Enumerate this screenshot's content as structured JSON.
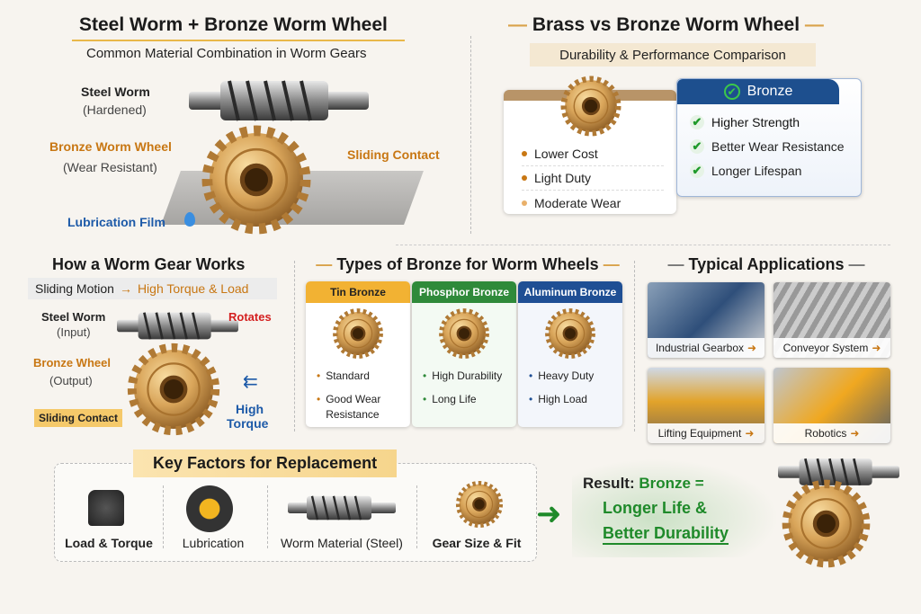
{
  "top_left": {
    "title": "Steel Worm + Bronze Worm Wheel",
    "subtitle": "Common Material Combination in Worm Gears",
    "labels": {
      "steel_worm": "Steel Worm",
      "steel_worm_sub": "(Hardened)",
      "bronze_wheel": "Bronze Worm Wheel",
      "bronze_wheel_sub": "(Wear Resistant)",
      "sliding_contact": "Sliding Contact",
      "lubrication": "Lubrication Film"
    }
  },
  "comparison": {
    "title": "Brass vs Bronze Worm Wheel",
    "subtitle": "Durability & Performance Comparison",
    "brass_items": [
      "Lower Cost",
      "Light Duty",
      "Moderate Wear"
    ],
    "bronze_header": "Bronze",
    "bronze_items": [
      "Higher Strength",
      "Better Wear Resistance",
      "Longer Lifespan"
    ]
  },
  "how": {
    "title": "How a Worm Gear Works",
    "motion": "Sliding Motion",
    "result": "High Torque & Load",
    "steel_worm": "Steel Worm",
    "input": "(Input)",
    "rotates": "Rotates",
    "bronze_wheel": "Bronze Wheel",
    "output": "(Output)",
    "sliding_contact": "Sliding Contact",
    "high": "High",
    "torque": "Torque"
  },
  "types": {
    "title": "Types of Bronze for Worm Wheels",
    "items": [
      {
        "name": "Tin Bronze",
        "color": "#f2b233",
        "points": [
          "Standard",
          "Good Wear Resistance"
        ]
      },
      {
        "name": "Phosphor Bronze",
        "color": "#2f8a3a",
        "points": [
          "High Durability",
          "Long Life"
        ]
      },
      {
        "name": "Aluminum Bronze",
        "color": "#1f4f94",
        "points": [
          "Heavy Duty",
          "High Load"
        ]
      }
    ]
  },
  "applications": {
    "title": "Typical Applications",
    "items": [
      "Industrial Gearbox",
      "Conveyor System",
      "Lifting Equipment",
      "Robotics"
    ]
  },
  "factors": {
    "title": "Key Factors for Replacement",
    "items": [
      "Load & Torque",
      "Lubrication",
      "Worm Material (Steel)",
      "Gear Size & Fit"
    ]
  },
  "result": {
    "label": "Result:",
    "bronze": "Bronze =",
    "line1": "Longer Life &",
    "line2": "Better Durability"
  }
}
